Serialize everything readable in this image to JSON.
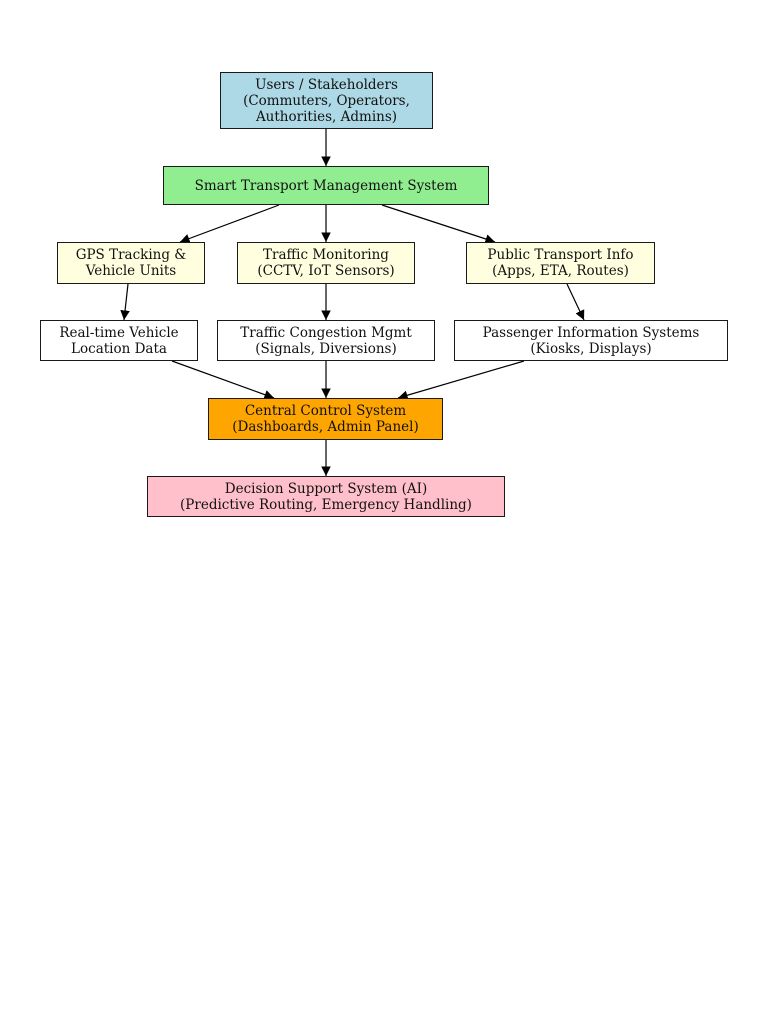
{
  "colors": {
    "users": "#add8e6",
    "system": "#90ee90",
    "source": "#ffffe0",
    "process": "#ffffff",
    "central": "#ffa500",
    "decision": "#ffc0cb",
    "edge": "#000000"
  },
  "nodes": {
    "users": {
      "lines": [
        "Users / Stakeholders",
        "(Commuters, Operators,",
        "Authorities, Admins)"
      ]
    },
    "system": {
      "lines": [
        "Smart Transport Management System"
      ]
    },
    "gps": {
      "lines": [
        "GPS Tracking &",
        "Vehicle Units"
      ]
    },
    "traffic_monitoring": {
      "lines": [
        "Traffic Monitoring",
        "(CCTV, IoT Sensors)"
      ]
    },
    "public_transport": {
      "lines": [
        "Public Transport Info",
        "(Apps, ETA, Routes)"
      ]
    },
    "vehicle_location": {
      "lines": [
        "Real-time Vehicle",
        "Location Data"
      ]
    },
    "congestion": {
      "lines": [
        "Traffic Congestion Mgmt",
        "(Signals, Diversions)"
      ]
    },
    "passenger_info": {
      "lines": [
        "Passenger Information Systems",
        "(Kiosks, Displays)"
      ]
    },
    "central": {
      "lines": [
        "Central Control System",
        "(Dashboards, Admin Panel)"
      ]
    },
    "decision": {
      "lines": [
        "Decision Support System (AI)",
        "(Predictive Routing, Emergency Handling)"
      ]
    }
  }
}
